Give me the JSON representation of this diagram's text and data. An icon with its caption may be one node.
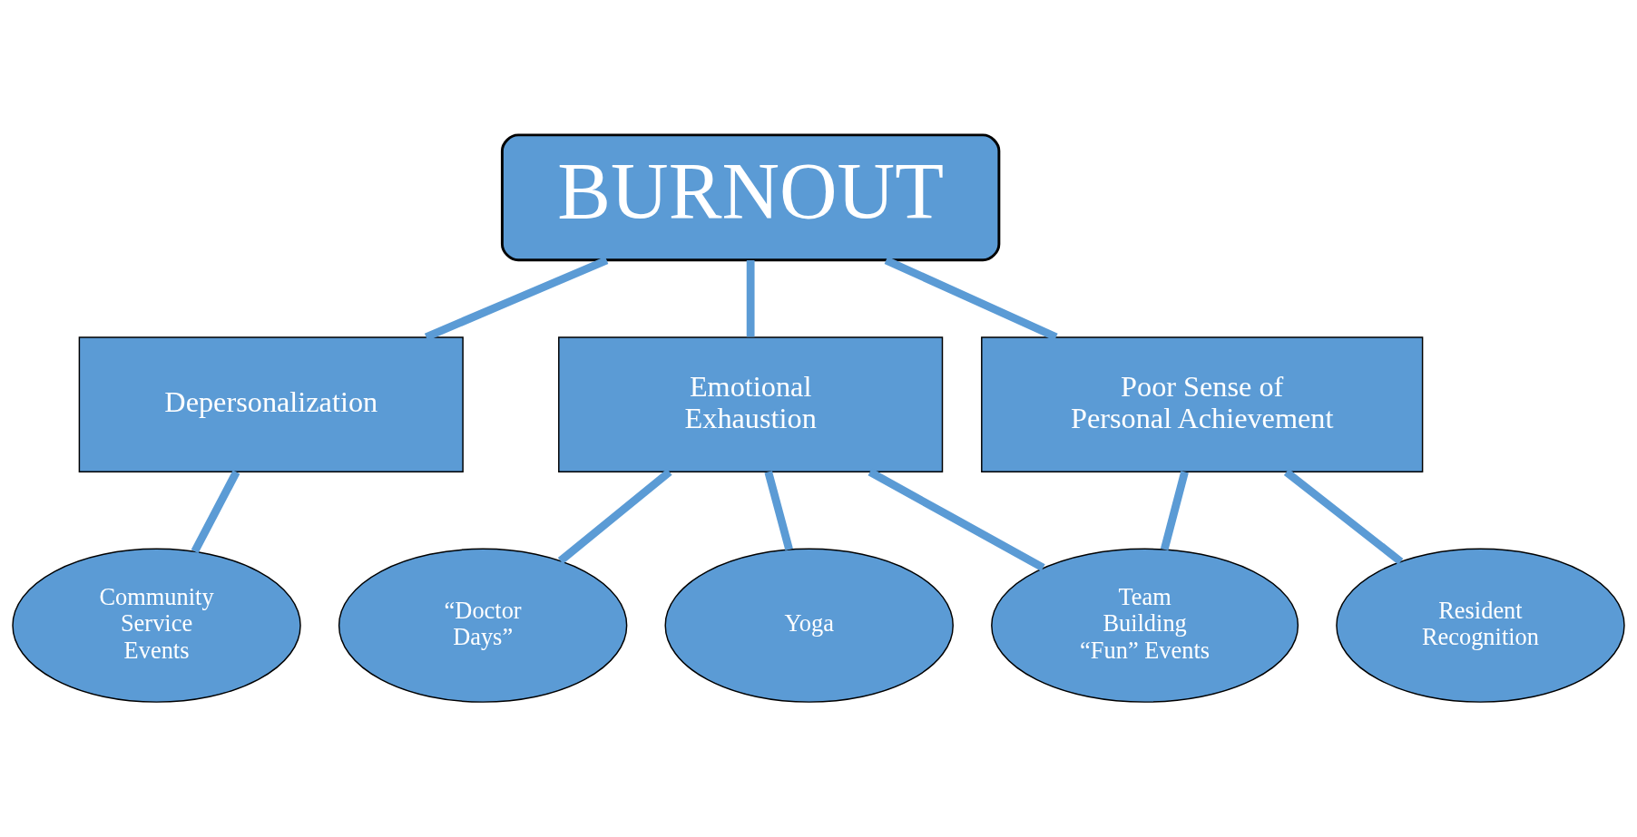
{
  "diagram": {
    "nodes": [
      {
        "text": [
          "BURNOUT"
        ]
      },
      {
        "text": [
          "Depersonalization"
        ]
      },
      {
        "text": [
          "Emotional Exhaustion"
        ]
      },
      {
        "text": [
          "Poor Sense of Personal Achievement"
        ]
      },
      {
        "text": [
          "Community Service Events"
        ]
      },
      {
        "text": [
          "“Doctor Days”"
        ]
      },
      {
        "text": [
          "Yoga"
        ]
      },
      {
        "text": [
          "Team Building “Fun” Events"
        ]
      },
      {
        "text": [
          "Resident Recognition"
        ]
      }
    ],
    "edges": [
      {
        "from": 0,
        "to": 1,
        "arrow": "none"
      },
      {
        "from": 0,
        "to": 2,
        "arrow": "none"
      },
      {
        "from": 0,
        "to": 3,
        "arrow": "none"
      },
      {
        "from": 1,
        "to": 4,
        "arrow": "none"
      },
      {
        "from": 2,
        "to": 5,
        "arrow": "none"
      },
      {
        "from": 2,
        "to": 6,
        "arrow": "none"
      },
      {
        "from": 2,
        "to": 7,
        "arrow": "none"
      },
      {
        "from": 3,
        "to": 7,
        "arrow": "none"
      },
      {
        "from": 3,
        "to": 8,
        "arrow": "none"
      }
    ]
  }
}
